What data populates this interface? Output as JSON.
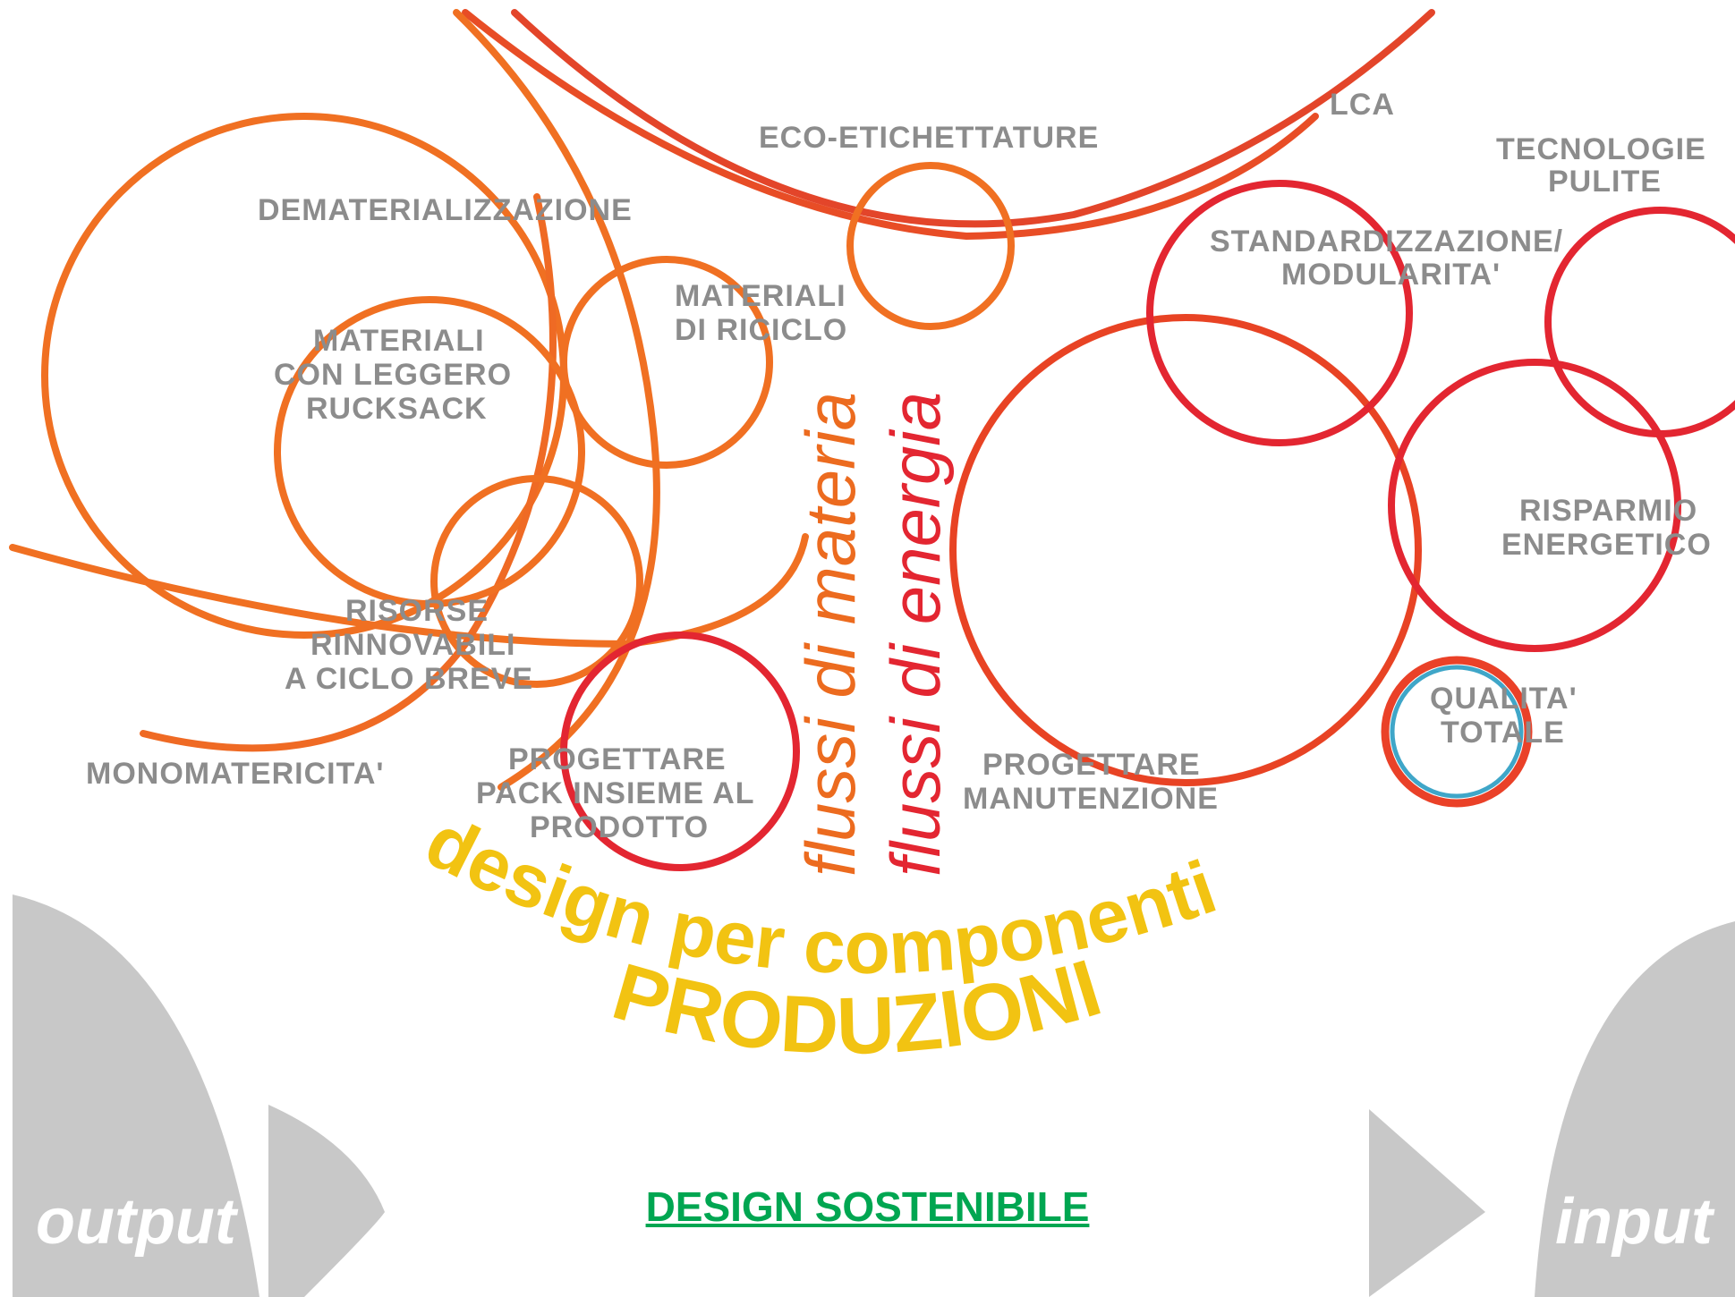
{
  "colors": {
    "orange": "#f07022",
    "orange_light": "#f38a2a",
    "red": "#e32631",
    "red_orange": "#ea4128",
    "yellow": "#f2c312",
    "grey_label": "#8c8c8c",
    "grey_shape": "#c8c8c8",
    "blue": "#3fa6c8",
    "green_link": "#00a651"
  },
  "labels": {
    "lca": "LCA",
    "eco_etichettature": "ECO-ETICHETTATURE",
    "tecnologie": "TECNOLOGIE",
    "pulite": "PULITE",
    "dematerializzazione": "DEMATERIALIZZAZIONE",
    "standardizzazione": "STANDARDIZZAZIONE/",
    "modularita": "MODULARITA'",
    "materiali_riciclo_1": "MATERIALI",
    "materiali_riciclo_2": "DI RICICLO",
    "materiali_leggero_1": "MATERIALI",
    "materiali_leggero_2": "CON LEGGERO",
    "materiali_leggero_3": "RUCKSACK",
    "risparmio": "RISPARMIO",
    "energetico": "ENERGETICO",
    "risorse_1": "RISORSE",
    "risorse_2": "RINNOVABILI",
    "risorse_3": "A CICLO BREVE",
    "qualita": "QUALITA'",
    "totale": "TOTALE",
    "monomatericita": "MONOMATERICITA'",
    "pack_1": "PROGETTARE",
    "pack_2": "PACK INSIEME AL",
    "pack_3": "PRODOTTO",
    "manut_1": "PROGETTARE",
    "manut_2": "MANUTENZIONE"
  },
  "vertical": {
    "materia": "flussi di materia",
    "energia": "flussi di energia"
  },
  "arcs": {
    "design": "design per componenti",
    "produzioni": "PRODUZIONI"
  },
  "io": {
    "output": "output",
    "input": "input"
  },
  "footer": {
    "title": "DESIGN SOSTENIBILE"
  }
}
